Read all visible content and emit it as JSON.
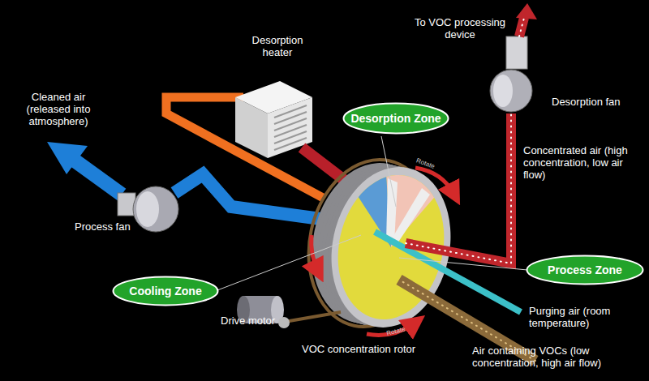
{
  "diagram": {
    "nodes": [
      {
        "text": [
          "Desorption Zone"
        ]
      },
      {
        "text": [
          "Process Zone"
        ]
      },
      {
        "text": [
          "Cooling Zone"
        ]
      }
    ],
    "labels": [
      "To VOC processing device",
      "Desorption heater",
      "Cleaned air (released into atmosphere)",
      "Desorption fan",
      "Concentrated air (high concentration, low air flow)",
      "Rotate",
      "Process fan",
      "Rotate",
      "Drive motor",
      "Purging air (room temperature)",
      "VOC concentration rotor",
      "Air containing VOCs (low concentration, high air flow)"
    ]
  }
}
